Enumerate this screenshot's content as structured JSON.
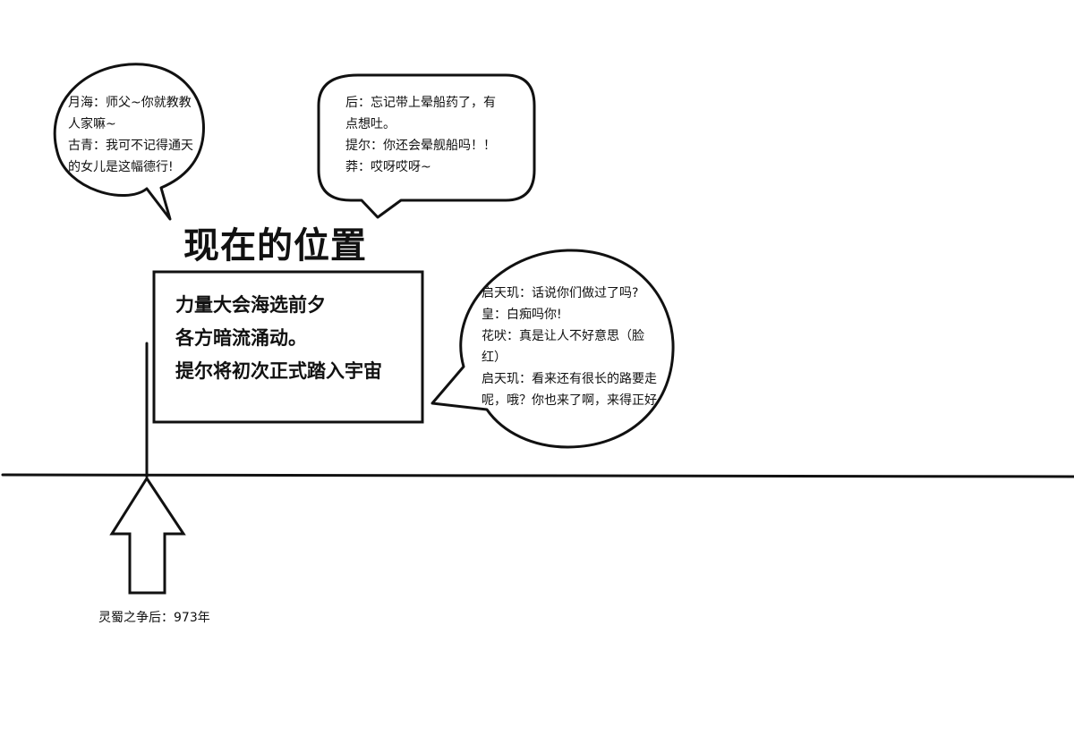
{
  "title": "现在的位置",
  "event_box": {
    "lines": [
      "力量大会海选前夕",
      "各方暗流涌动。",
      "提尔将初次正式踏入宇宙"
    ]
  },
  "bubbles": {
    "left": {
      "lines": [
        "月海：师父~你就教教",
        "人家嘛~",
        "古青：我可不记得通天",
        "的女儿是这幅德行!"
      ]
    },
    "top": {
      "lines": [
        "后：忘记带上晕船药了，有",
        "点想吐。",
        "提尔：你还会晕舰船吗！！",
        "莽：哎呀哎呀~"
      ]
    },
    "right": {
      "lines": [
        "启天玑：话说你们做过了吗?",
        "皇：白痴吗你!",
        "花吠：真是让人不好意思（脸",
        "红）",
        "启天玑：看来还有很长的路要走",
        "呢，哦？你也来了啊，来得正好"
      ]
    }
  },
  "timeline": {
    "marker_label": "灵蜀之争后：973年"
  },
  "colors": {
    "stroke": "#111111",
    "background": "#ffffff"
  }
}
